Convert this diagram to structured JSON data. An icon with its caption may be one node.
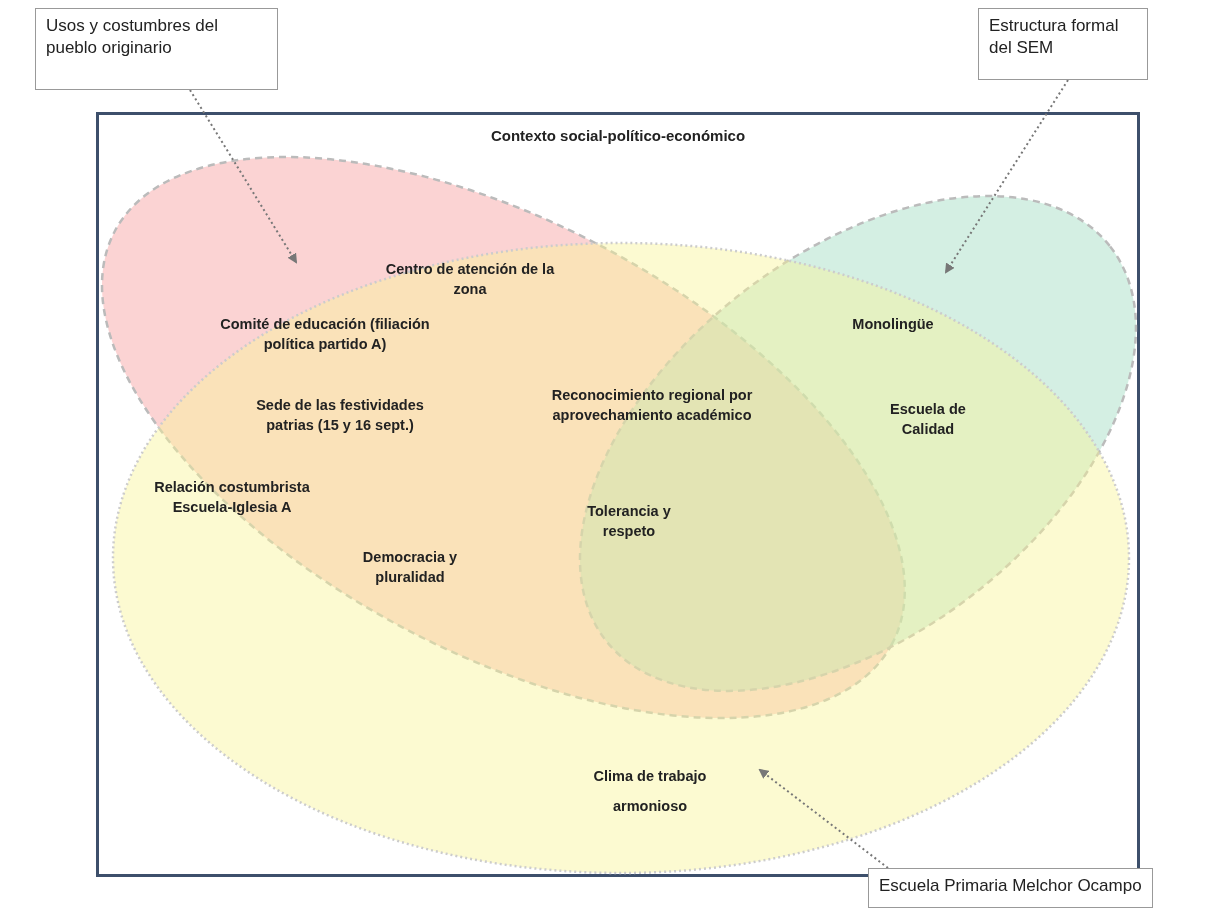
{
  "diagram": {
    "nodes": [
      {
        "text": [
          "Usos y costumbres del pueblo originario"
        ]
      },
      {
        "text": [
          "Estructura formal del SEM"
        ]
      },
      {
        "text": [
          "Contexto social-político-económico"
        ]
      },
      {
        "text": [],
        "shape": "ellipse",
        "in": 2
      },
      {
        "text": [],
        "shape": "ellipse",
        "in": 2
      },
      {
        "text": [],
        "shape": "ellipse",
        "in": 2
      },
      {
        "text": [
          "Escuela Primaria Melchor Ocampo"
        ]
      }
    ],
    "edges": [
      {
        "from": 0,
        "to": 3,
        "arrow": "to"
      },
      {
        "from": 1,
        "to": 4,
        "arrow": "to"
      },
      {
        "from": 6,
        "to": 5,
        "arrow": "to"
      }
    ],
    "labels": [
      "Centro de atención de la zona",
      "Comité de educación (filiación política partido A)",
      "Monolingüe",
      "Sede de las festividades patrias (15 y 16 sept.)",
      "Reconocimiento regional por aprovechamiento académico",
      "Escuela de Calidad",
      "Relación costumbrista Escuela-Iglesia A",
      "Tolerancia y respeto",
      "Democracia y pluralidad",
      "Clima de trabajo armonioso"
    ]
  }
}
